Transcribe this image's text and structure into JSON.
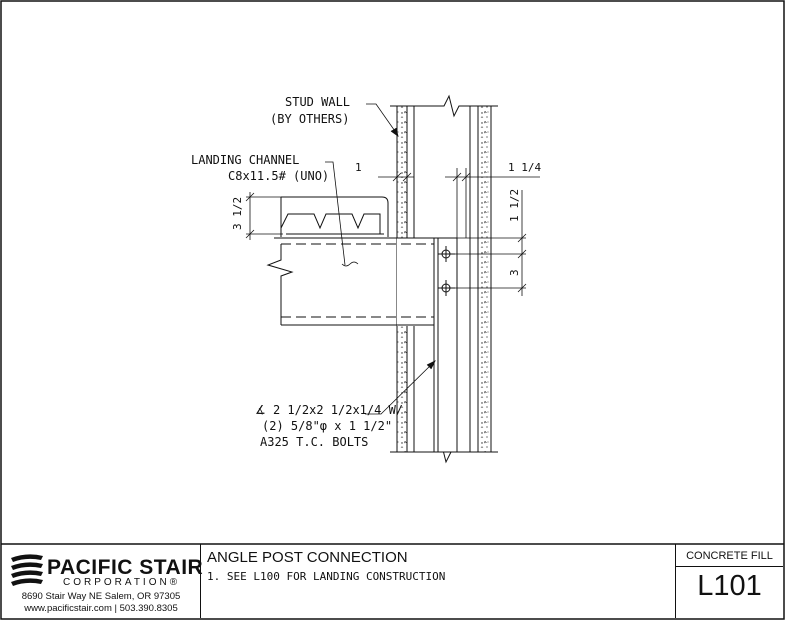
{
  "drawing": {
    "labels": {
      "stud_wall_1": "STUD WALL",
      "stud_wall_2": "(BY OTHERS)",
      "landing_channel_1": "LANDING CHANNEL",
      "landing_channel_2": "C8x11.5# (UNO)",
      "angle_1": "∡ 2 1/2x2 1/2x1/4 W/",
      "angle_2": "(2) 5/8\"φ x 1 1/2\"",
      "angle_3": "A325 T.C. BOLTS"
    },
    "dimensions": {
      "dim_1": "1",
      "dim_1_1_4": "1 1/4",
      "dim_3_1_2": "3 1/2",
      "dim_1_1_2": "1 1/2",
      "dim_3": "3"
    }
  },
  "titleblock": {
    "company_name": "PACIFIC STAIR",
    "company_sub": "CORPORATION®",
    "address": "8690 Stair Way NE Salem, OR 97305",
    "web": "www.pacificstair.com  |  503.390.8305",
    "sheet_title": "ANGLE POST CONNECTION",
    "sheet_note": "1. SEE L100 FOR LANDING CONSTRUCTION",
    "category": "CONCRETE FILL",
    "sheet_number": "L101"
  }
}
